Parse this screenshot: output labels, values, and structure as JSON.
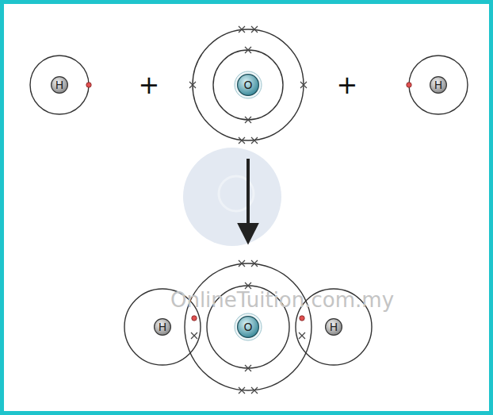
{
  "diagram": {
    "nodes": [
      {
        "text": [
          "H"
        ]
      },
      {
        "text": [
          "O"
        ]
      },
      {
        "text": [
          "H"
        ]
      },
      {
        "text": [
          "H"
        ]
      },
      {
        "text": [
          "O"
        ]
      },
      {
        "text": [
          "H"
        ]
      }
    ],
    "labels": [
      "+",
      "+",
      "OnlineTuition.com.my"
    ]
  }
}
